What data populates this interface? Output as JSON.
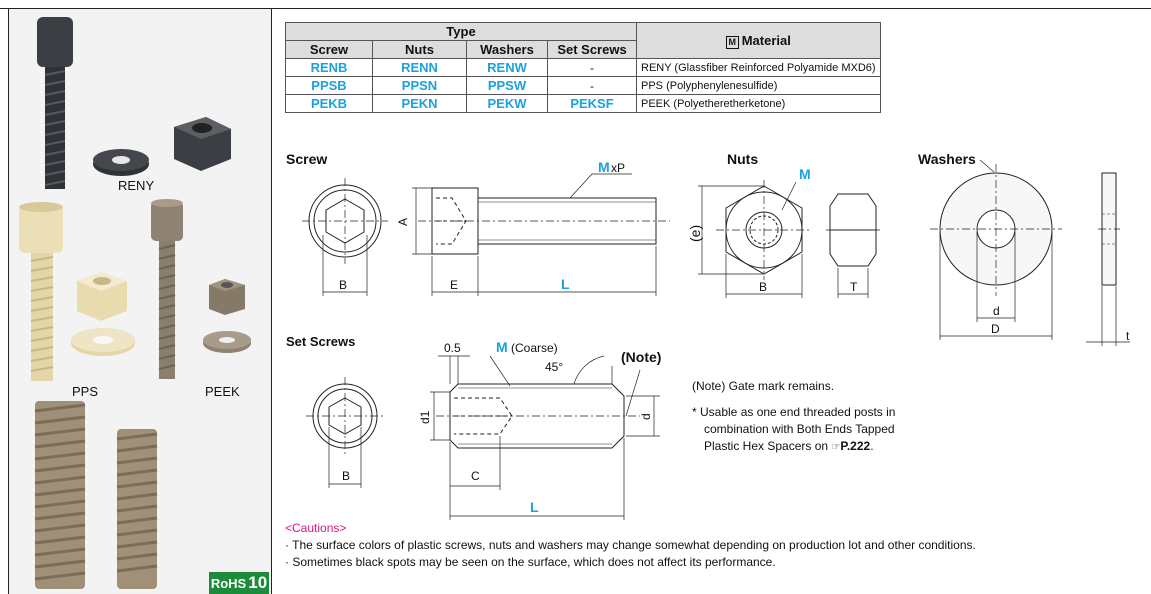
{
  "photos": {
    "labels": [
      "RENY",
      "PPS",
      "PEEK"
    ],
    "rohs": {
      "text": "RoHS",
      "number": "10"
    }
  },
  "table": {
    "type_header": "Type",
    "material_header": "Material",
    "material_icon": "M",
    "columns": [
      "Screw",
      "Nuts",
      "Washers",
      "Set Screws"
    ],
    "rows": [
      {
        "screw": "RENB",
        "nuts": "RENN",
        "washers": "RENW",
        "set_screws": "-",
        "material": "RENY (Glassfiber Reinforced Polyamide MXD6)"
      },
      {
        "screw": "PPSB",
        "nuts": "PPSN",
        "washers": "PPSW",
        "set_screws": "-",
        "material": "PPS (Polyphenylenesulfide)"
      },
      {
        "screw": "PEKB",
        "nuts": "PEKN",
        "washers": "PEKW",
        "set_screws": "PEKSF",
        "material": "PEEK (Polyetheretherketone)"
      }
    ]
  },
  "drawings": {
    "screw_title": "Screw",
    "nuts_title": "Nuts",
    "washers_title": "Washers",
    "set_screws_title": "Set Screws",
    "screw_dims": {
      "A": "A",
      "B": "B",
      "E": "E",
      "L": "L",
      "M": "M",
      "xP": "xP"
    },
    "nut_dims": {
      "e": "(e)",
      "B": "B",
      "T": "T",
      "M": "M"
    },
    "washer_dims": {
      "d": "d",
      "D": "D",
      "t": "t"
    },
    "set_dims": {
      "p05": "0.5",
      "M": "M",
      "coarse": "(Coarse)",
      "angle": "45°",
      "note": "(Note)",
      "d1": "d1",
      "d": "d",
      "B": "B",
      "C": "C",
      "L": "L"
    }
  },
  "notes": {
    "gate": "(Note) Gate mark remains.",
    "usable_1": "* Usable as one end threaded posts in",
    "usable_2": "combination with Both Ends Tapped",
    "usable_3": "Plastic Hex Spacers on",
    "page_ref": "P.222",
    "period": "."
  },
  "cautions": {
    "title": "<Cautions>",
    "lines": [
      "· The surface colors of plastic screws, nuts and washers may change somewhat depending on production lot and other conditions.",
      "· Sometimes black spots may be seen on the surface, which does not affect its performance."
    ]
  }
}
